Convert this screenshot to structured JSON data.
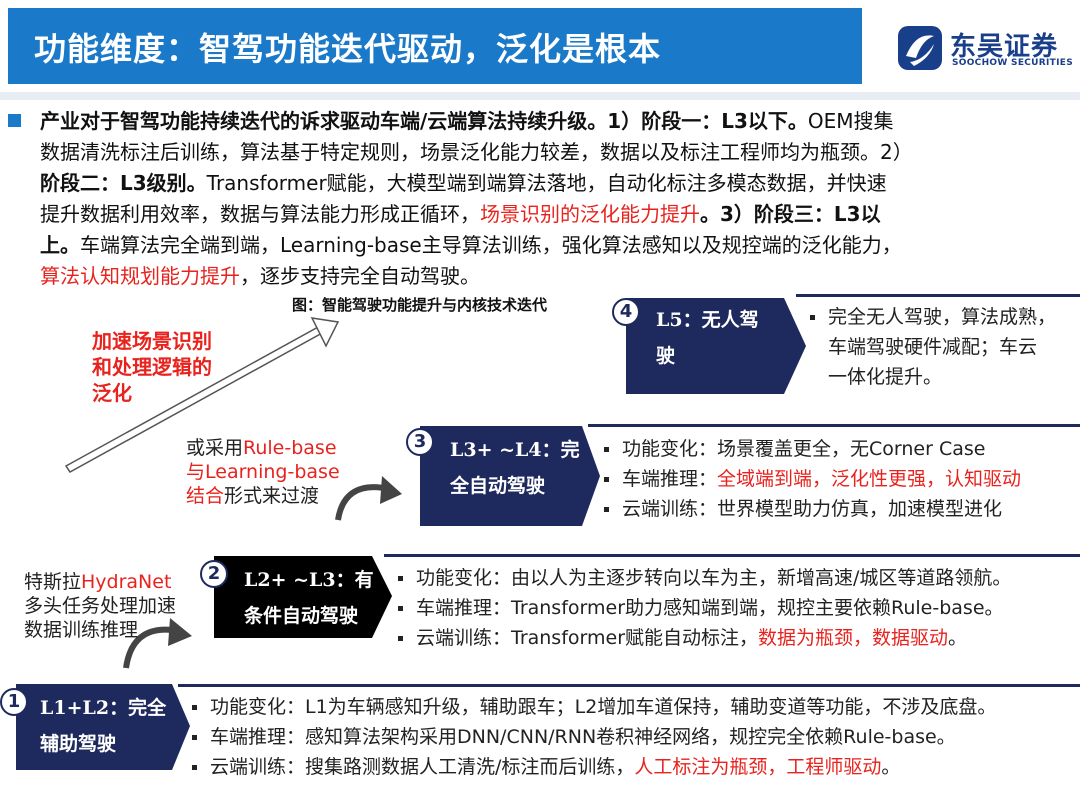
{
  "header": {
    "title": "功能维度：智驾功能迭代驱动，泛化是根本",
    "logo_cn": "东吴证券",
    "logo_en": "SOOCHOW SECURITIES",
    "colors": {
      "title_bar": "#1b79c9",
      "stage_box": "#1e2a5e",
      "highlight": "#e8231e",
      "logo": "#1a3f8a"
    }
  },
  "paragraph": {
    "l1a": "产业对于智驾功能持续迭代的诉求驱动车端/云端算法持续升级。1）阶段一：L3以下。",
    "l1b": "OEM搜集",
    "l2": "数据清洗标注后训练，算法基于特定规则，场景泛化能力较差，数据以及标注工程师均为瓶颈。2）",
    "l3a": "阶段二：L3级别。",
    "l3b": "Transformer赋能，大模型端到端算法落地，自动化标注多模态数据，并快速",
    "l4a": "提升数据利用效率，数据与算法能力形成正循环，",
    "l4b": "场景识别的泛化能力提升",
    "l4c": "。3）阶段三：L3以",
    "l5a": "上。",
    "l5b": "车端算法完全端到端，Learning-base主导算法训练，强化算法感知以及规控端的泛化能力，",
    "l6a": "算法认知规划能力提升",
    "l6b": "，逐步支持完全自动驾驶。"
  },
  "figure": {
    "title": "图：智能驾驶功能提升与内核技术迭代",
    "arrow_note": [
      "加速场景识别",
      "和处理逻辑的",
      "泛化"
    ],
    "stages": [
      {
        "num": "4",
        "label": [
          "L5：无人驾",
          "驶"
        ],
        "bullets": [
          "完全无人驾驶，算法成熟，",
          "车端驾驶硬件减配；车云",
          "一体化提升。"
        ]
      },
      {
        "num": "3",
        "label": [
          "L3+ ~L4：完",
          "全自动驾驶"
        ],
        "b1": "功能变化：场景覆盖更全，无Corner Case",
        "b2a": "车端推理：",
        "b2b": "全域端到端，泛化性更强，认知驱动",
        "b3": "云端训练：世界模型助力仿真，加速模型进化",
        "note_a": "或采用",
        "note_b": "Rule-base",
        "note_c": "与Learning-base",
        "note_d": "结合",
        "note_e": "形式来过渡"
      },
      {
        "num": "2",
        "label": [
          "L2+ ~L3：有",
          "条件自动驾驶"
        ],
        "b1": "功能变化：由以人为主逐步转向以车为主，新增高速/城区等道路领航。",
        "b2": "车端推理：Transformer助力感知端到端，规控主要依赖Rule-base。",
        "b3a": "云端训练：Transformer赋能自动标注，",
        "b3b": "数据为瓶颈，数据驱动",
        "b3c": "。",
        "note_a": "特斯拉",
        "note_b": "HydraNet",
        "note_c": "多头任务处理加速",
        "note_d": "数据训练推理"
      },
      {
        "num": "1",
        "label": [
          "L1+L2：完全",
          "辅助驾驶"
        ],
        "b1": "功能变化：L1为车辆感知升级，辅助跟车；L2增加车道保持，辅助变道等功能，不涉及底盘。",
        "b2": "车端推理：感知算法架构采用DNN/CNN/RNN卷积神经网络，规控完全依赖Rule-base。",
        "b3a": "云端训练：搜集路测数据人工清洗/标注而后训练，",
        "b3b": "人工标注为瓶颈，工程师驱动",
        "b3c": "。"
      }
    ]
  }
}
